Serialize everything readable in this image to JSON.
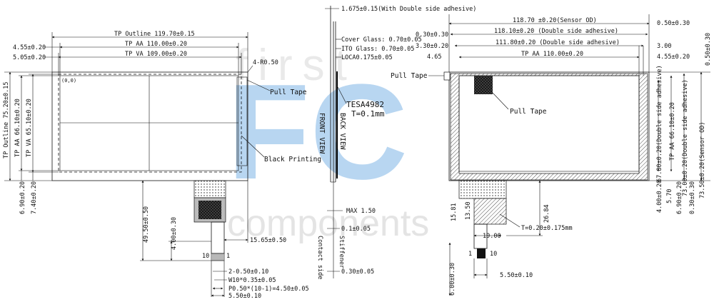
{
  "watermark": {
    "line1": "first",
    "line2": "FC",
    "line3": "components",
    "color": "#7fb6e6"
  },
  "front": {
    "tp_outline_w": "TP Outline 119.70±0.15",
    "tp_aa_w": "TP AA 110.00±0.20",
    "tp_va_w": "TP VA 109.00±0.20",
    "left_aa": "4.55±0.20",
    "left_va": "5.05±0.20",
    "corner": "4-R0.50",
    "origin": "(0,0)",
    "pull_tape": "Pull Tape",
    "black_printing": "Black Printing",
    "tp_outline_h": "TP Outline 75.20±0.15",
    "tp_aa_h": "TP AA 66.10±0.20",
    "tp_va_h": "TP VA 65.10±0.20",
    "bottom_aa": "6.90±0.20",
    "bottom_va": "7.40±0.20",
    "fpc_len": "49.50±0.50",
    "fpc_stiff": "4.00±0.30",
    "fpc_offset": "15.65±0.50",
    "pin10": "10",
    "pin1": "1",
    "hole": "2-0.50±0.10",
    "pin_w": "W10*0.35±0.05",
    "pitch": "P0.50*(10-1)=4.50±0.05",
    "pad_w": "5.50±0.10"
  },
  "side": {
    "t_adhesive": "1.675±0.15(With Double side adhesive)",
    "cover": "Cover Glass: 0.70±0.05",
    "ito": "ITO Glass: 0.70±0.05",
    "loca": "LOCA0.175±0.05",
    "tesa": "TESA4982",
    "tesa_t": "T=0.1mm",
    "front_view": "FRONT VIEW",
    "back_view": "BACK VIEW",
    "max": "MAX 1.50",
    "fpc_t": "0.1±0.05",
    "stiffener": "Stiffener",
    "contact": "Contact side",
    "stiff_t": "0.30±0.05"
  },
  "back": {
    "sensor_od_w": "118.70 ±0.20(Sensor OD)",
    "adh_w": "118.10±0.20 (Double side adhesive)",
    "adh2_w": "111.80±0.20 (Double side adhesive)",
    "tp_aa_w": "TP AA 110.00±0.20",
    "l1": "0.30±0.30",
    "l2": "3.30±0.20",
    "l3": "4.65",
    "r1": "0.50±0.30",
    "r2": "3.00",
    "r3": "4.55±0.20",
    "pull_tape_l": "Pull Tape",
    "pull_tape_c": "Pull Tape",
    "adh2_h": "67.80±0.20(Double side adhesive)",
    "tp_aa_h": "TP AA 66.10±0.20",
    "adh_h": "73.00±0.20(Double side adhesive)",
    "sensor_od_h": "73.50±0.20(Sensor OD)",
    "top_r": "0.50±0.30",
    "b1": "4.00±0.20",
    "b2": "5.70",
    "b3": "6.90±0.20",
    "b4": "0.30±0.30",
    "d1": "26.84",
    "d2": "15.81",
    "d3": "13.50",
    "d4": "19.00",
    "tape_t": "T=0.20±0.175mm",
    "pin1": "1",
    "pin10": "10",
    "pad_w": "5.50±0.10",
    "pad_h": "6.00±0.30"
  }
}
